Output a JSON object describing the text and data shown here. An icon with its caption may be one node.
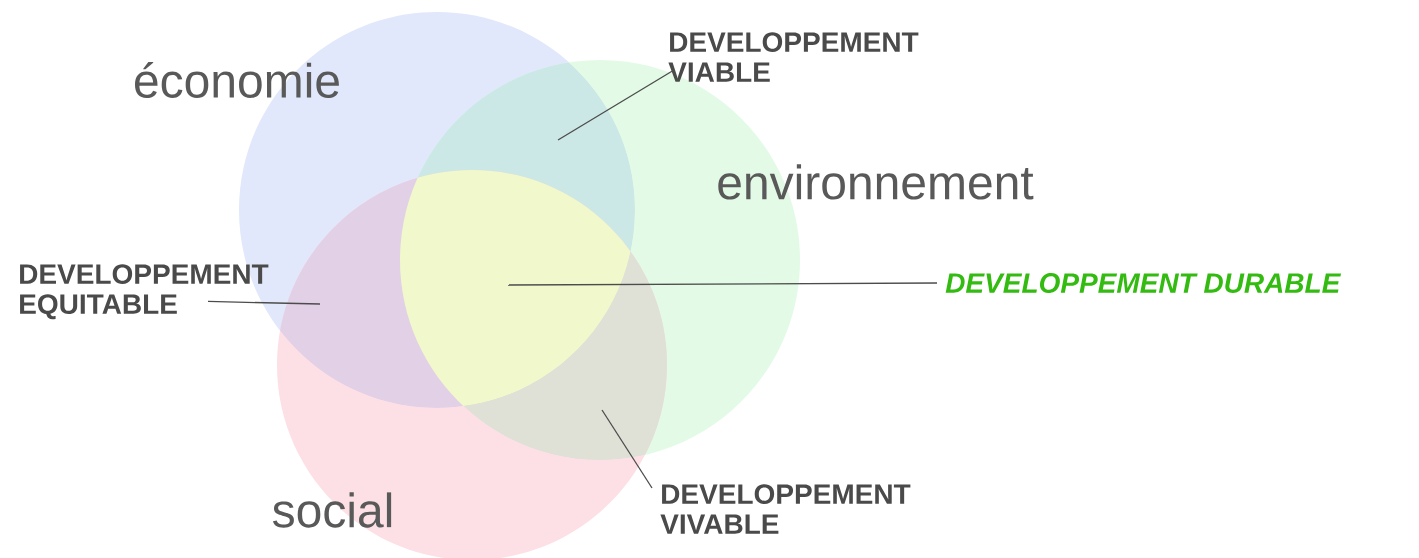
{
  "diagram": {
    "nodes": [
      {
        "text": [
          "économie"
        ]
      },
      {
        "text": [
          "environnement"
        ]
      },
      {
        "text": [
          "social"
        ]
      },
      {
        "text": [
          "DEVELOPPEMENT VIABLE"
        ]
      },
      {
        "text": [
          "DEVELOPPEMENT EQUITABLE"
        ]
      },
      {
        "text": [
          "DEVELOPPEMENT DURABLE"
        ]
      },
      {
        "text": [
          "DEVELOPPEMENT VIVABLE"
        ]
      }
    ],
    "edges": [
      {
        "from": 3,
        "to": 0,
        "arrow": "none"
      },
      {
        "from": 4,
        "to": 2,
        "arrow": "none"
      },
      {
        "from": 5,
        "to": 2,
        "arrow": "none"
      },
      {
        "from": 6,
        "to": 2,
        "arrow": "none"
      }
    ]
  }
}
